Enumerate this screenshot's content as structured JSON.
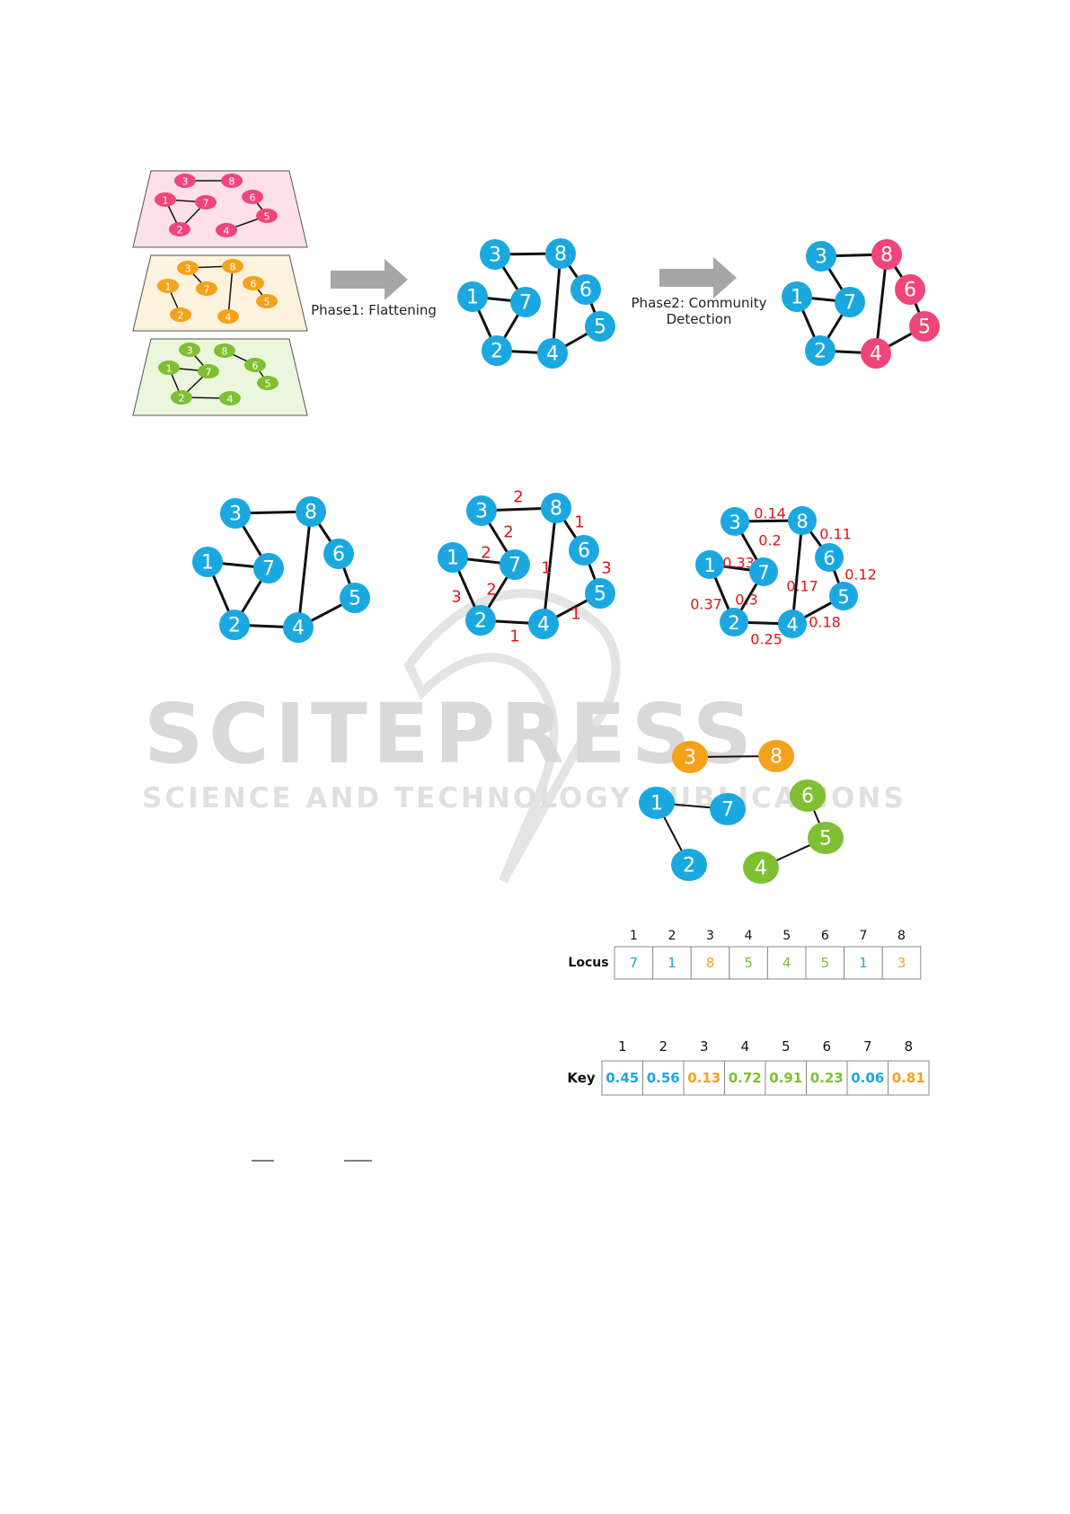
{
  "colors": {
    "blue": "#1ba8e0",
    "pink": "#f0457a",
    "orange": "#f5a11a",
    "green": "#7fbf32",
    "edge": "#111111",
    "weight_label": "#e0141c",
    "layer_pink": "#fde0ea",
    "layer_orange": "#fdf2dc",
    "layer_green": "#eaf7dd",
    "arrow": "#a6a6a6",
    "watermark": "#d9d9d9"
  },
  "captions": {
    "phase1": "Phase1: Flattening",
    "phase2_line1": "Phase2: Community",
    "phase2_line2": "Detection"
  },
  "watermark": {
    "title": "SCITEPRESS",
    "subtitle": "SCIENCE AND TECHNOLOGY PUBLICATIONS"
  },
  "edges": [
    [
      3,
      8
    ],
    [
      3,
      7
    ],
    [
      1,
      7
    ],
    [
      1,
      2
    ],
    [
      2,
      7
    ],
    [
      2,
      4
    ],
    [
      4,
      8
    ],
    [
      8,
      6
    ],
    [
      6,
      5
    ],
    [
      5,
      4
    ]
  ],
  "layers": [
    {
      "name": "layer-pink",
      "nodes": [
        "1",
        "2",
        "3",
        "4",
        "5",
        "6",
        "7",
        "8"
      ],
      "edges": [
        [
          3,
          8
        ],
        [
          1,
          7
        ],
        [
          1,
          2
        ],
        [
          2,
          7
        ],
        [
          4,
          5
        ],
        [
          6,
          5
        ]
      ]
    },
    {
      "name": "layer-orange",
      "nodes": [
        "1",
        "2",
        "3",
        "4",
        "5",
        "6",
        "7",
        "8"
      ],
      "edges": [
        [
          3,
          8
        ],
        [
          3,
          7
        ],
        [
          1,
          2
        ],
        [
          8,
          4
        ],
        [
          6,
          5
        ]
      ]
    },
    {
      "name": "layer-green",
      "nodes": [
        "1",
        "2",
        "3",
        "4",
        "5",
        "6",
        "7",
        "8"
      ],
      "edges": [
        [
          1,
          7
        ],
        [
          3,
          7
        ],
        [
          1,
          2
        ],
        [
          2,
          7
        ],
        [
          2,
          4
        ],
        [
          8,
          6
        ],
        [
          6,
          5
        ]
      ]
    }
  ],
  "flattened_graph": {
    "node_color": "blue"
  },
  "detected_graph": {
    "node_colors": {
      "1": "blue",
      "2": "blue",
      "3": "blue",
      "7": "blue",
      "4": "pink",
      "5": "pink",
      "6": "pink",
      "8": "pink"
    }
  },
  "unweighted_graph": {
    "node_color": "blue"
  },
  "weighted_graph": {
    "weights": {
      "3-8": "2",
      "3-7": "2",
      "1-7": "2",
      "1-2": "3",
      "2-7": "2",
      "2-4": "1",
      "4-8": "1",
      "8-6": "1",
      "6-5": "3",
      "5-4": "1"
    }
  },
  "normalized_graph": {
    "weights": {
      "3-8": "0.14",
      "3-7": "0.2",
      "1-7": "0.33",
      "1-2": "0.37",
      "2-7": "0.3",
      "2-4": "0.25",
      "4-8": "0.17",
      "8-6": "0.11",
      "6-5": "0.12",
      "5-4": "0.18"
    }
  },
  "community_graph": {
    "node_colors": {
      "3": "orange",
      "8": "orange",
      "1": "blue",
      "7": "blue",
      "2": "blue",
      "6": "green",
      "5": "green",
      "4": "green"
    },
    "edges": [
      [
        3,
        8
      ],
      [
        1,
        7
      ],
      [
        1,
        2
      ],
      [
        6,
        5
      ],
      [
        5,
        4
      ]
    ]
  },
  "locus_table": {
    "label": "Locus",
    "headers": [
      "1",
      "2",
      "3",
      "4",
      "5",
      "6",
      "7",
      "8"
    ],
    "values": [
      "7",
      "1",
      "8",
      "5",
      "4",
      "5",
      "1",
      "3"
    ],
    "colors": [
      "blue",
      "blue",
      "orange",
      "green",
      "green",
      "green",
      "blue",
      "orange"
    ]
  },
  "key_table": {
    "label": "Key",
    "headers": [
      "1",
      "2",
      "3",
      "4",
      "5",
      "6",
      "7",
      "8"
    ],
    "values": [
      "0.45",
      "0.56",
      "0.13",
      "0.72",
      "0.91",
      "0.23",
      "0.06",
      "0.81"
    ],
    "colors": [
      "blue",
      "blue",
      "orange",
      "green",
      "green",
      "green",
      "blue",
      "orange"
    ]
  }
}
